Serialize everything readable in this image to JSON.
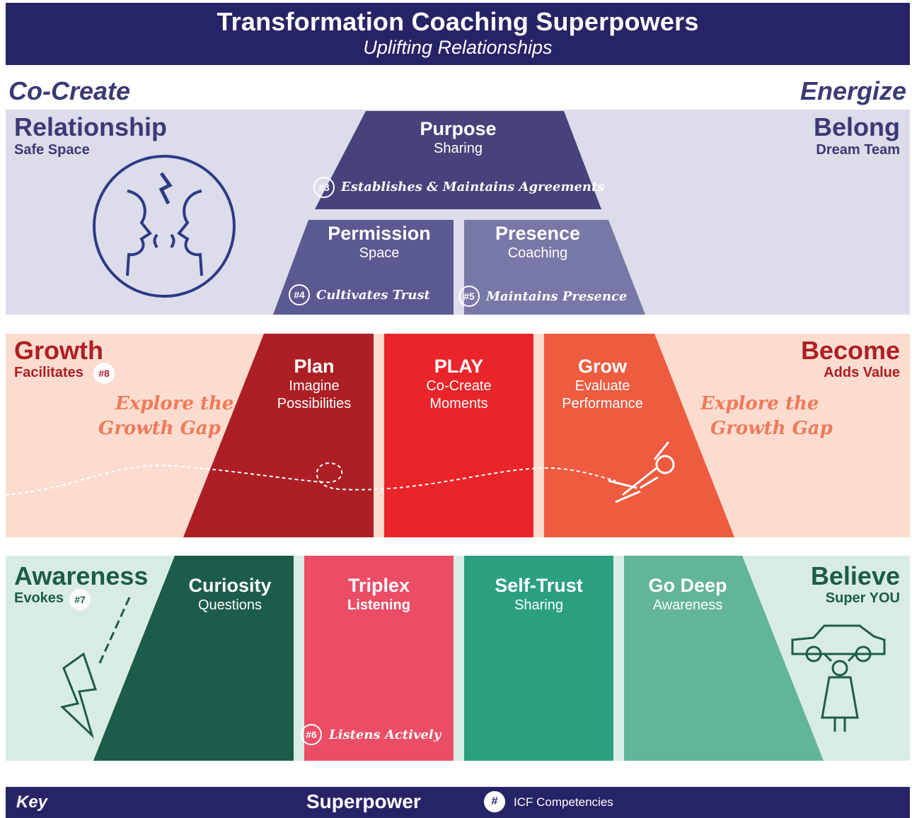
{
  "header": {
    "title": "Transformation Coaching Superpowers",
    "subtitle": "Uplifting Relationships"
  },
  "corners": {
    "left": "Co-Create",
    "right": "Energize"
  },
  "band1": {
    "left_title": "Relationship",
    "left_sub": "Safe Space",
    "right_title": "Belong",
    "right_sub": "Dream Team",
    "purpose": {
      "title": "Purpose",
      "sub": "Sharing",
      "badge": "#3",
      "competency": "Establishes & Maintains Agreements"
    },
    "permission": {
      "title": "Permission",
      "sub": "Space",
      "badge": "#4",
      "competency": "Cultivates Trust"
    },
    "presence": {
      "title": "Presence",
      "sub": "Coaching",
      "badge": "#5",
      "competency": "Maintains Presence"
    }
  },
  "band2": {
    "left_title": "Growth",
    "left_sub": "Facilitates",
    "left_badge": "#8",
    "right_title": "Become",
    "right_sub": "Adds Value",
    "explore_left_1": "Explore the",
    "explore_left_2": "Growth Gap",
    "explore_right_1": "Explore the",
    "explore_right_2": "Growth Gap",
    "plan": {
      "title": "Plan",
      "sub1": "Imagine",
      "sub2": "Possibilities"
    },
    "play": {
      "title": "PLAY",
      "sub1": "Co-Create",
      "sub2": "Moments"
    },
    "grow": {
      "title": "Grow",
      "sub1": "Evaluate",
      "sub2": "Performance"
    }
  },
  "band3": {
    "left_title": "Awareness",
    "left_sub": "Evokes",
    "left_badge": "#7",
    "right_title": "Believe",
    "right_sub": "Super YOU",
    "curiosity": {
      "title": "Curiosity",
      "sub": "Questions"
    },
    "triplex": {
      "title": "Triplex",
      "sub": "Listening",
      "badge": "#6",
      "competency": "Listens Actively"
    },
    "selftrust": {
      "title": "Self-Trust",
      "sub": "Sharing"
    },
    "godeep": {
      "title": "Go Deep",
      "sub": "Awareness"
    }
  },
  "key": {
    "label": "Key",
    "superpower": "Superpower",
    "hash": "#",
    "icf": "ICF Competencies"
  },
  "colors": {
    "navy": "#262466",
    "band1_bg": "#dcdcea",
    "purpose": "#46437c",
    "permission": "#5a5991",
    "presence": "#7878a8",
    "band2_bg": "#fcdccf",
    "plan": "#ad1f24",
    "play": "#e9242a",
    "grow": "#ee5b3f",
    "band3_bg": "#d9ece4",
    "curiosity": "#1c5c4a",
    "triplex": "#ec4d66",
    "selftrust": "#2aa07f",
    "godeep": "#62b597"
  }
}
